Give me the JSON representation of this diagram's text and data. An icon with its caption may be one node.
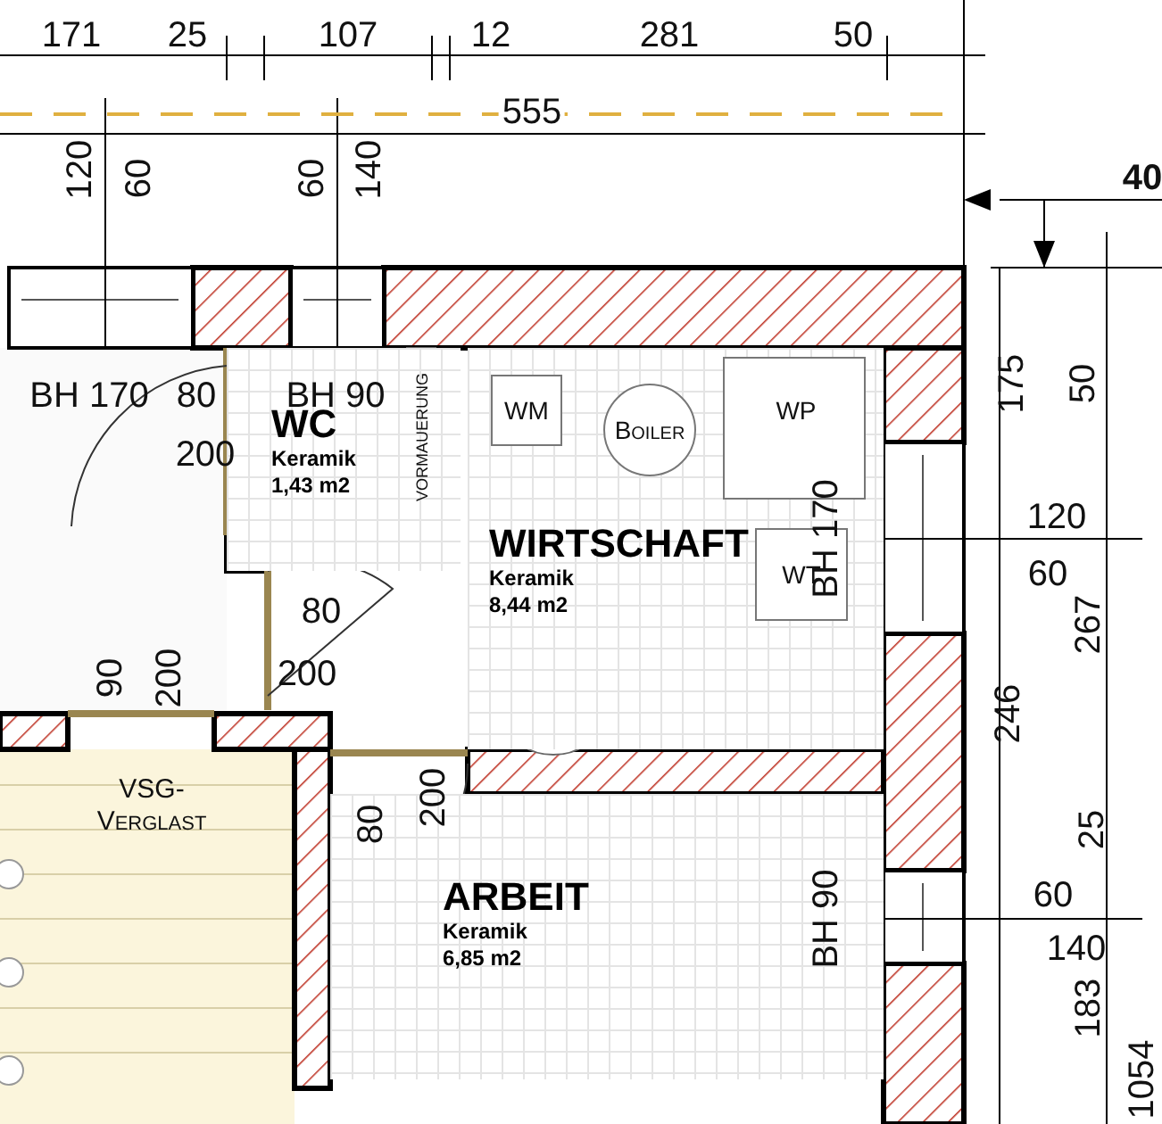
{
  "diagram": {
    "nodes": [
      {
        "text": [
          "WC",
          "Keramik",
          "1,43 m2"
        ]
      },
      {
        "text": [
          "WIRTSCHAFT",
          "Keramik",
          "8,44 m2"
        ]
      },
      {
        "text": [
          "WM"
        ],
        "in": 1
      },
      {
        "text": [
          "Boiler"
        ],
        "in": 1
      },
      {
        "text": [
          "WP"
        ],
        "in": 1
      },
      {
        "text": [
          "WT"
        ],
        "in": 1
      },
      {
        "text": [
          "ARBEIT",
          "Keramik",
          "6,85 m2"
        ]
      }
    ],
    "labels": [
      "171",
      "25",
      "107",
      "12",
      "281",
      "50",
      "555",
      "120",
      "60",
      "60",
      "140",
      "40",
      "BH 170",
      "80",
      "200",
      "BH 90",
      "VORMAUERUNG",
      "175",
      "50",
      "120",
      "60",
      "267",
      "80",
      "200",
      "90",
      "200",
      "BH 170",
      "246",
      "VSG-Verglast",
      "80",
      "200",
      "25",
      "BH 90",
      "60",
      "140",
      "183",
      "1054"
    ]
  }
}
